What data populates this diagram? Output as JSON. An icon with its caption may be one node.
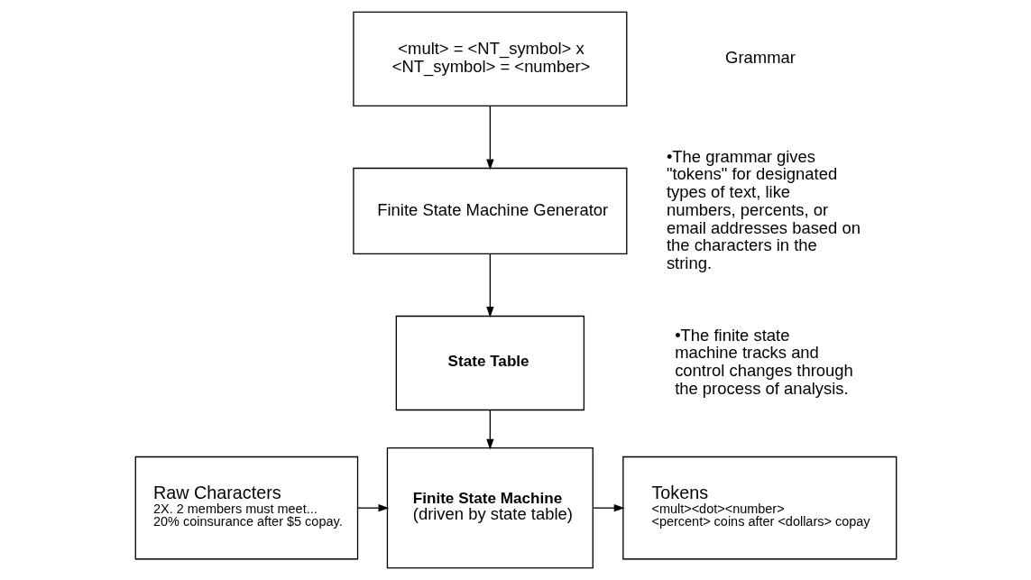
{
  "diagram": {
    "nodes": [
      {
        "text": [
          "<mult> = <NT_symbol> x",
          "<NT_symbol> = <number>"
        ]
      },
      {
        "text": [
          "Finite State Machine Generator"
        ]
      },
      {
        "text": [
          "State Table"
        ]
      },
      {
        "text": [
          "Raw Characters",
          "2X. 2 members must meet...",
          "20% coinsurance after $5 copay."
        ]
      },
      {
        "text": [
          "Finite State Machine",
          "(driven by state table)"
        ]
      },
      {
        "text": [
          "Tokens",
          "<mult><dot><number>",
          "<percent> coins after <dollars> copay"
        ]
      }
    ],
    "edges": [
      {
        "from": 0,
        "to": 1,
        "arrow": "to"
      },
      {
        "from": 1,
        "to": 2,
        "arrow": "to"
      },
      {
        "from": 2,
        "to": 4,
        "arrow": "to"
      },
      {
        "from": 3,
        "to": 4,
        "arrow": "to"
      },
      {
        "from": 4,
        "to": 5,
        "arrow": "to"
      }
    ],
    "labels": [
      "Grammar",
      "•The grammar gives \"tokens\" for designated types of text, like numbers, percents, or email addresses based on the characters in the string.",
      "•The finite state machine tracks and control changes through the process of analysis."
    ]
  }
}
